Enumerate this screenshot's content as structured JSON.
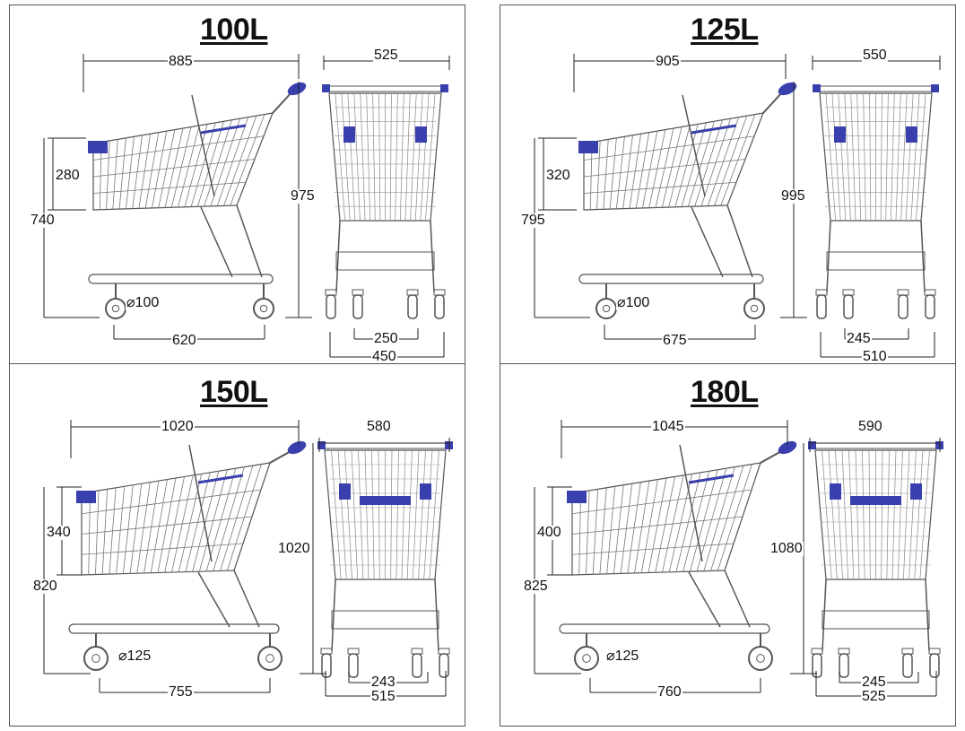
{
  "colors": {
    "accent": "#3a3fae",
    "wire": "#555555",
    "line": "#222222"
  },
  "panels": [
    {
      "title": "100L",
      "length": "885",
      "width": "525",
      "height": "975",
      "basket_height": "280",
      "handle_height": "740",
      "wheel": "⌀100",
      "wheelbase": "620",
      "inner_track": "250",
      "outer_track": "450"
    },
    {
      "title": "125L",
      "length": "905",
      "width": "550",
      "height": "995",
      "basket_height": "320",
      "handle_height": "795",
      "wheel": "⌀100",
      "wheelbase": "675",
      "inner_track": "245",
      "outer_track": "510"
    },
    {
      "title": "150L",
      "length": "1020",
      "width": "580",
      "height": "1020",
      "basket_height": "340",
      "handle_height": "820",
      "wheel": "⌀125",
      "wheelbase": "755",
      "inner_track": "243",
      "outer_track": "515"
    },
    {
      "title": "180L",
      "length": "1045",
      "width": "590",
      "height": "1080",
      "basket_height": "400",
      "handle_height": "825",
      "wheel": "⌀125",
      "wheelbase": "760",
      "inner_track": "245",
      "outer_track": "525"
    }
  ]
}
